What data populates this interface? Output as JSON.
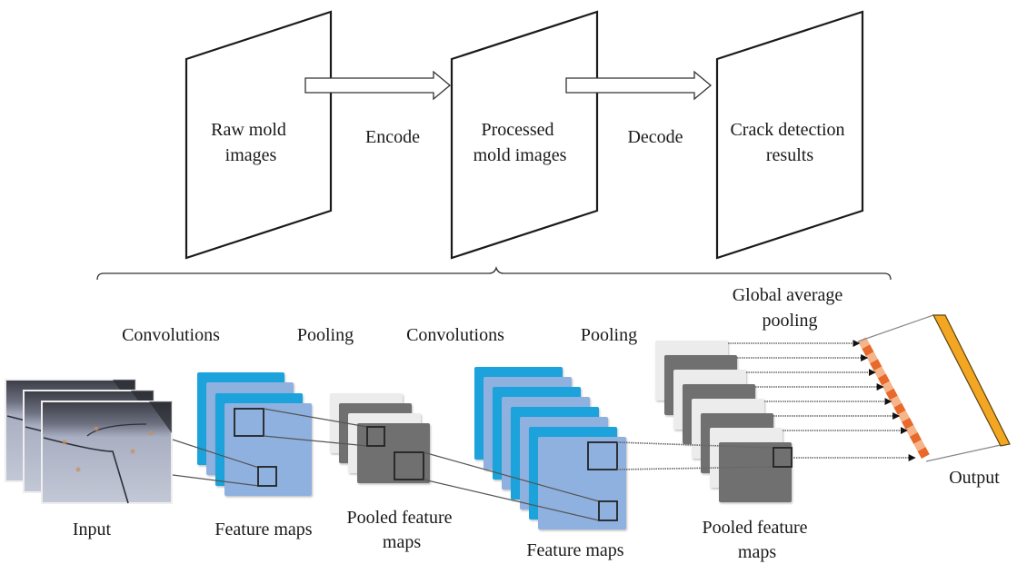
{
  "top_pipeline": {
    "stages": [
      {
        "id": "raw",
        "lines": [
          "Raw mold",
          "images"
        ]
      },
      {
        "id": "processed",
        "lines": [
          "Processed",
          "mold images"
        ]
      },
      {
        "id": "results",
        "lines": [
          "Crack detection",
          "results"
        ]
      }
    ],
    "transitions": [
      {
        "label": "Encode"
      },
      {
        "label": "Decode"
      }
    ]
  },
  "cnn": {
    "operations": [
      {
        "id": "conv1",
        "lines": [
          "Convolutions"
        ]
      },
      {
        "id": "pool1",
        "lines": [
          "Pooling"
        ]
      },
      {
        "id": "conv2",
        "lines": [
          "Convolutions"
        ]
      },
      {
        "id": "pool2",
        "lines": [
          "Pooling"
        ]
      },
      {
        "id": "gap",
        "lines": [
          "Global average",
          "pooling"
        ]
      }
    ],
    "layers": [
      {
        "id": "input",
        "lines": [
          "Input"
        ],
        "count": 3
      },
      {
        "id": "fmap1",
        "lines": [
          "Feature maps"
        ],
        "count": 4
      },
      {
        "id": "pooled1",
        "lines": [
          "Pooled feature",
          "maps"
        ],
        "count": 4
      },
      {
        "id": "fmap2",
        "lines": [
          "Feature maps"
        ],
        "count": 8
      },
      {
        "id": "pooled2",
        "lines": [
          "Pooled feature",
          "maps"
        ],
        "count": 8
      },
      {
        "id": "output",
        "lines": [
          "Output"
        ]
      }
    ],
    "gap_vector_cells": 8
  },
  "colors": {
    "fmap_dark": "#1aa3dc",
    "fmap_light": "#8fb1e0",
    "pool_dark": "#707070",
    "pool_light": "#ececec",
    "gap_light": "#f5b48a",
    "gap_dark": "#e8692a",
    "output_bar": "#f2a621",
    "photo_base": "#9aa3b8"
  }
}
